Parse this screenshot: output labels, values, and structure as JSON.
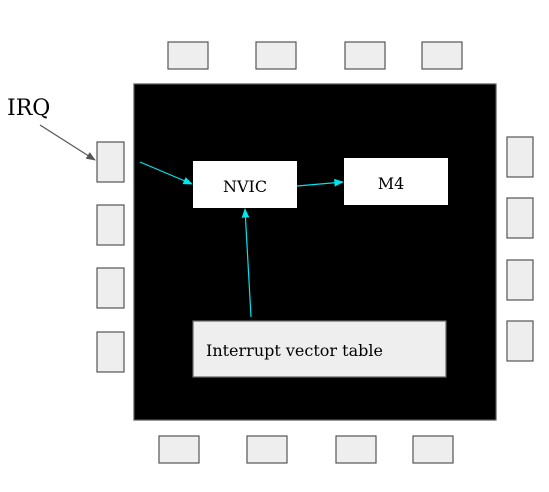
{
  "diagram": {
    "irq_label": "IRQ",
    "nvic_label": "NVIC",
    "m4_label": "M4",
    "ivt_label": "Interrupt vector table"
  },
  "colors": {
    "chip_fill": "#000000",
    "pin_fill": "#eeeeee",
    "box_fill": "#ffffff",
    "ivt_fill": "#eeeeee",
    "connection": "#00e5ee",
    "irq_arrow": "#555555"
  }
}
